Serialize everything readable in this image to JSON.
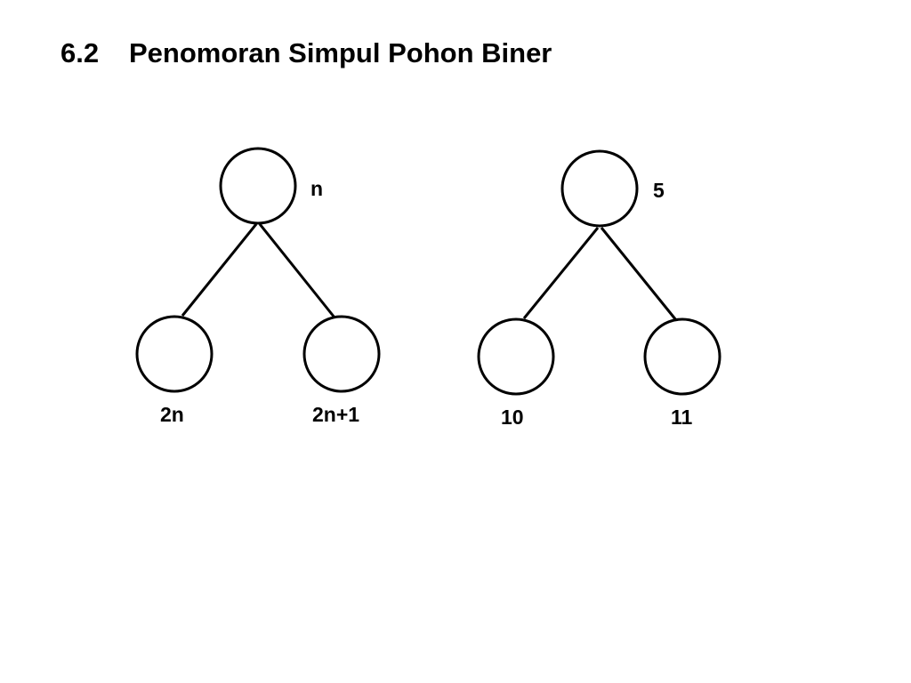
{
  "slide": {
    "section_number": "6.2",
    "title": "Penomoran Simpul Pohon Biner"
  },
  "trees": [
    {
      "root_label": "n",
      "left_child_label": "2n",
      "right_child_label": "2n+1"
    },
    {
      "root_label": "5",
      "left_child_label": "10",
      "right_child_label": "11"
    }
  ],
  "colors": {
    "stroke": "#000000",
    "fill": "#ffffff",
    "text": "#000000"
  }
}
